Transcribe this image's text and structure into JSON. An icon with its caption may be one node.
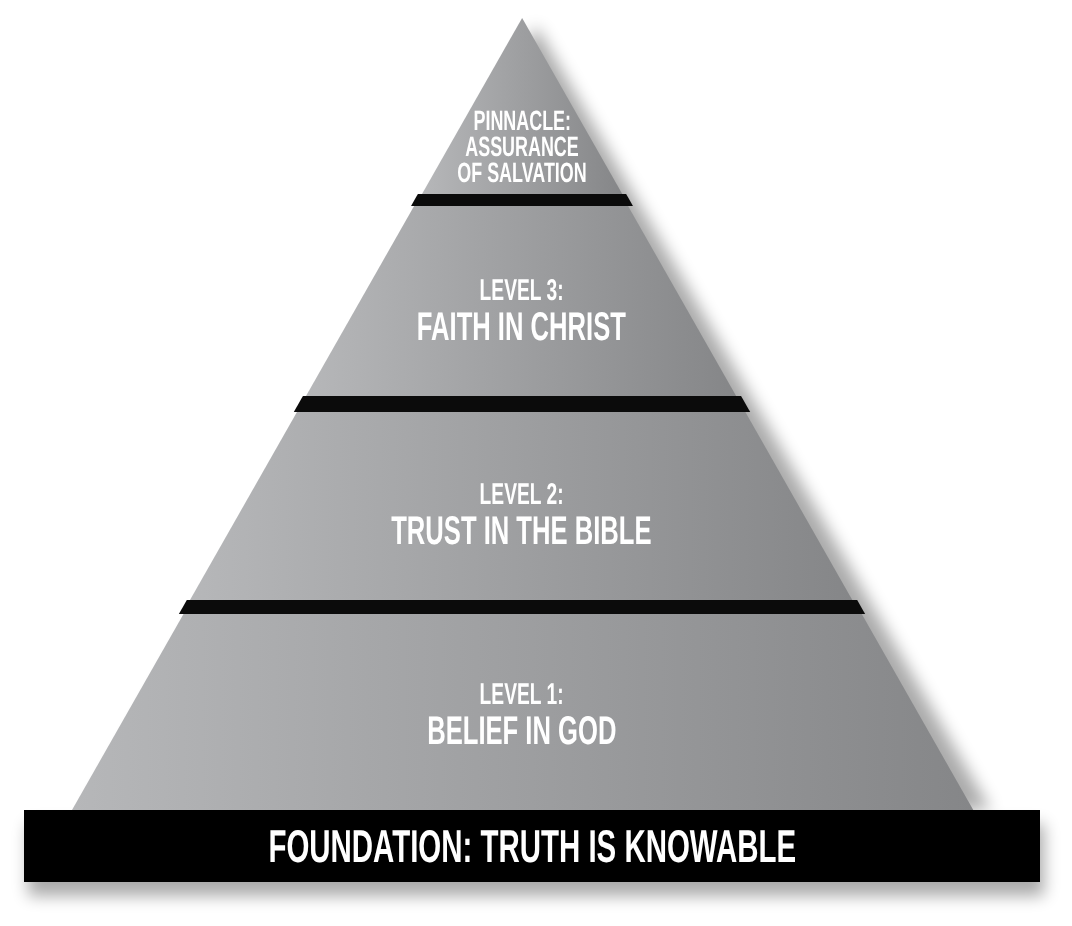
{
  "diagram": {
    "nodes": [
      {
        "text": [
          "PINNACLE:",
          "ASSURANCE OF SALVATION"
        ]
      },
      {
        "text": [
          "LEVEL 3:",
          "FAITH IN CHRIST"
        ]
      },
      {
        "text": [
          "LEVEL 2:",
          "TRUST IN THE BIBLE"
        ]
      },
      {
        "text": [
          "LEVEL 1:",
          "BELIEF IN GOD"
        ]
      },
      {
        "text": [
          "FOUNDATION: TRUTH IS KNOWABLE"
        ]
      }
    ]
  }
}
